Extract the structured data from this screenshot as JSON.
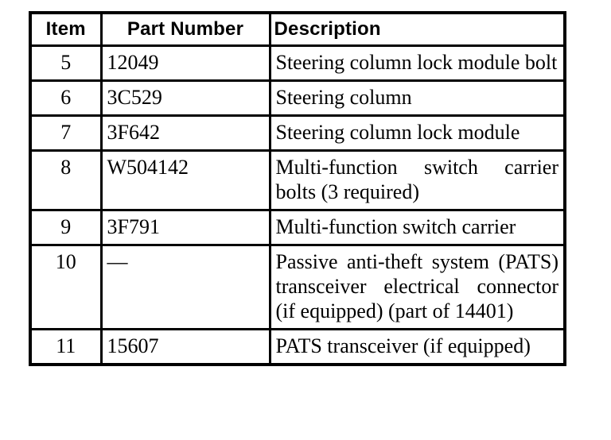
{
  "document": {
    "type": "parts-list-table",
    "colors": {
      "background": "#ffffff",
      "text": "#000000",
      "border": "#000000"
    }
  },
  "table": {
    "columns": [
      {
        "key": "item",
        "label": "Item"
      },
      {
        "key": "part_number",
        "label": "Part Number"
      },
      {
        "key": "description",
        "label": "Description"
      }
    ],
    "rows": [
      {
        "item": "5",
        "part_number": "12049",
        "description": "Steering column lock module bolt"
      },
      {
        "item": "6",
        "part_number": "3C529",
        "description": "Steering column"
      },
      {
        "item": "7",
        "part_number": "3F642",
        "description": "Steering column lock module"
      },
      {
        "item": "8",
        "part_number": "W504142",
        "description": "Multi-function switch carrier bolts (3 required)"
      },
      {
        "item": "9",
        "part_number": "3F791",
        "description": "Multi-function switch carrier"
      },
      {
        "item": "10",
        "part_number": "—",
        "description": "Passive anti-theft system (PATS) transceiver electrical connector (if equipped) (part of 14401)"
      },
      {
        "item": "11",
        "part_number": "15607",
        "description": "PATS transceiver (if equipped)"
      }
    ]
  }
}
